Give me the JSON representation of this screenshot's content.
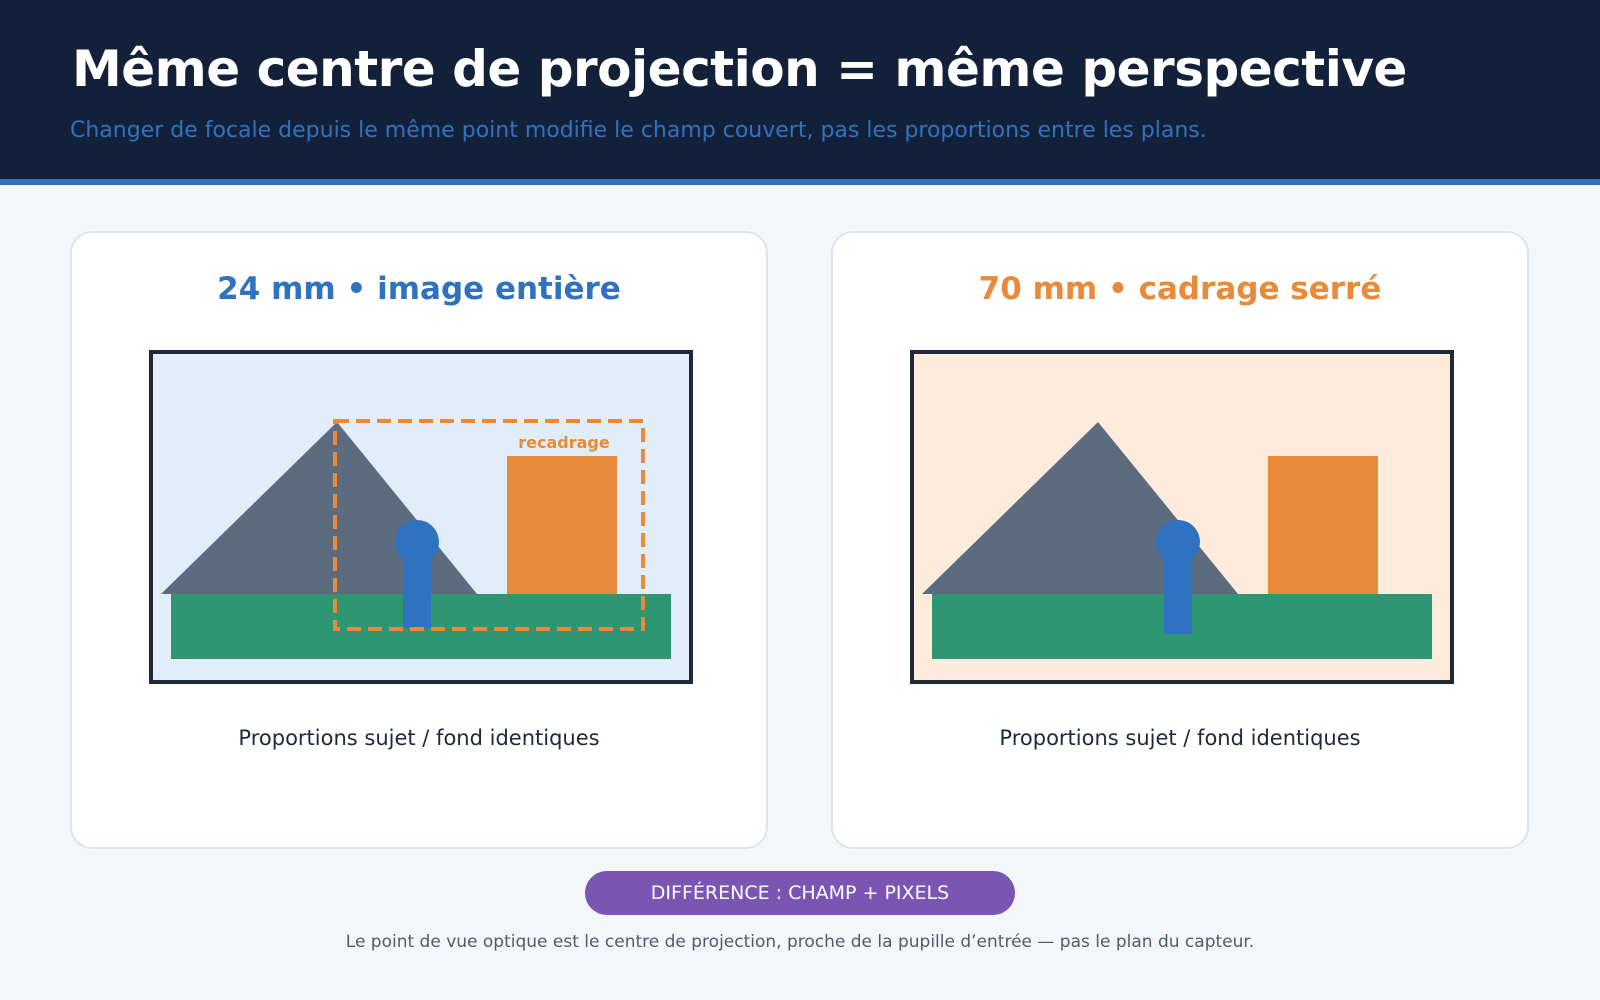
{
  "header": {
    "title": "Même centre de projection = même perspective",
    "subtitle": "Changer de focale depuis le même point modifie le champ couvert, pas les proportions entre les plans."
  },
  "panels": {
    "left": {
      "title": "24 mm • image entière",
      "crop_label": "recadrage",
      "caption": "Proportions sujet / fond identiques",
      "frame_color": "#e1edf8"
    },
    "right": {
      "title": "70 mm • cadrage serré",
      "caption": "Proportions sujet / fond identiques",
      "frame_color": "#fdecdc"
    }
  },
  "badge": "DIFFÉRENCE : CHAMP + PIXELS",
  "footnote": "Le point de vue optique est le centre de projection, proche de la pupille d’entrée — pas le plan du capteur.",
  "colors": {
    "header_bg": "#13203a",
    "accent_blue": "#2f72bf",
    "accent_orange": "#e88a3a",
    "mountain": "#5c6b7e",
    "ground": "#2e9672",
    "subject": "#2f72bf",
    "building": "#e88a3a",
    "badge": "#7a55b3"
  }
}
